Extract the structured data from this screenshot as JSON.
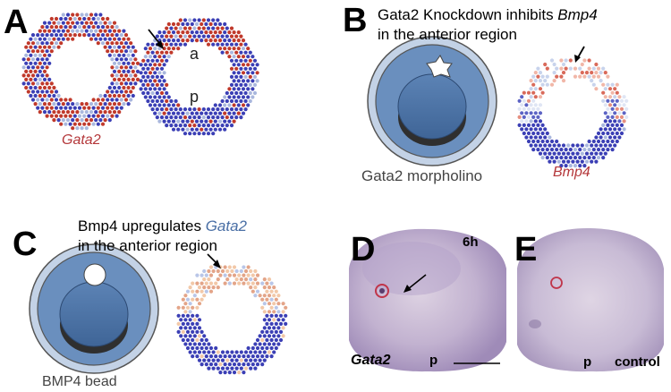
{
  "panels": {
    "A": {
      "letter": "A",
      "gene": "Gata2",
      "anterior": "a",
      "posterior": "p"
    },
    "B": {
      "letter": "B",
      "caption_pre": "Gata2 Knockdown inhibits ",
      "caption_gene": "Bmp4",
      "caption_line2": "in the anterior region",
      "diagram_label": "Gata2 morpholino",
      "gene": "Bmp4"
    },
    "C": {
      "letter": "C",
      "caption_pre": "Bmp4 upregulates ",
      "caption_gene": "Gata2",
      "caption_line2": "in the anterior region",
      "diagram_label": "BMP4 bead"
    },
    "D": {
      "letter": "D",
      "time": "6h",
      "gene": "Gata2",
      "posterior": "p"
    },
    "E": {
      "letter": "E",
      "posterior": "p",
      "condition": "control"
    }
  },
  "colors": {
    "dot_blue": "#3b3fb5",
    "dot_red": "#c0392b",
    "dot_light": "#a9b7dd",
    "embryo_blue": "#4f76a8",
    "ring_light": "#c3d2e6",
    "photo_bg": "#cfc3d8"
  }
}
